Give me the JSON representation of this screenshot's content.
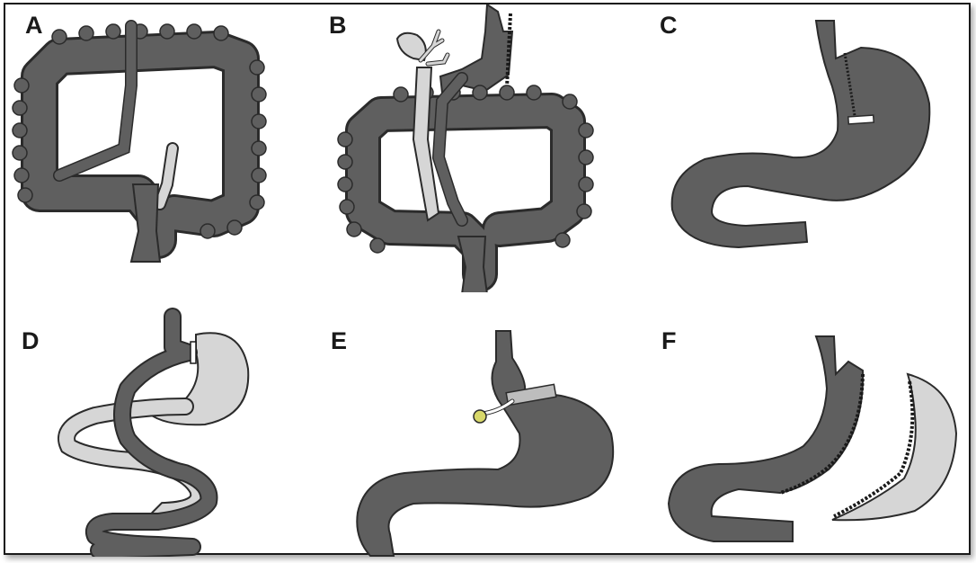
{
  "panels": [
    {
      "label": "A",
      "scene": "colon"
    },
    {
      "label": "B",
      "scene": "colon_biliary"
    },
    {
      "label": "C",
      "scene": "sleeve"
    },
    {
      "label": "D",
      "scene": "bypass"
    },
    {
      "label": "E",
      "scene": "band"
    },
    {
      "label": "F",
      "scene": "sleeve_split"
    }
  ],
  "colors": {
    "organ": "#5f5f5f",
    "organ_outline": "#2b2b2b",
    "light": "#d6d6d6",
    "port": "#d8d86a",
    "frame": "#1a1a1a"
  }
}
